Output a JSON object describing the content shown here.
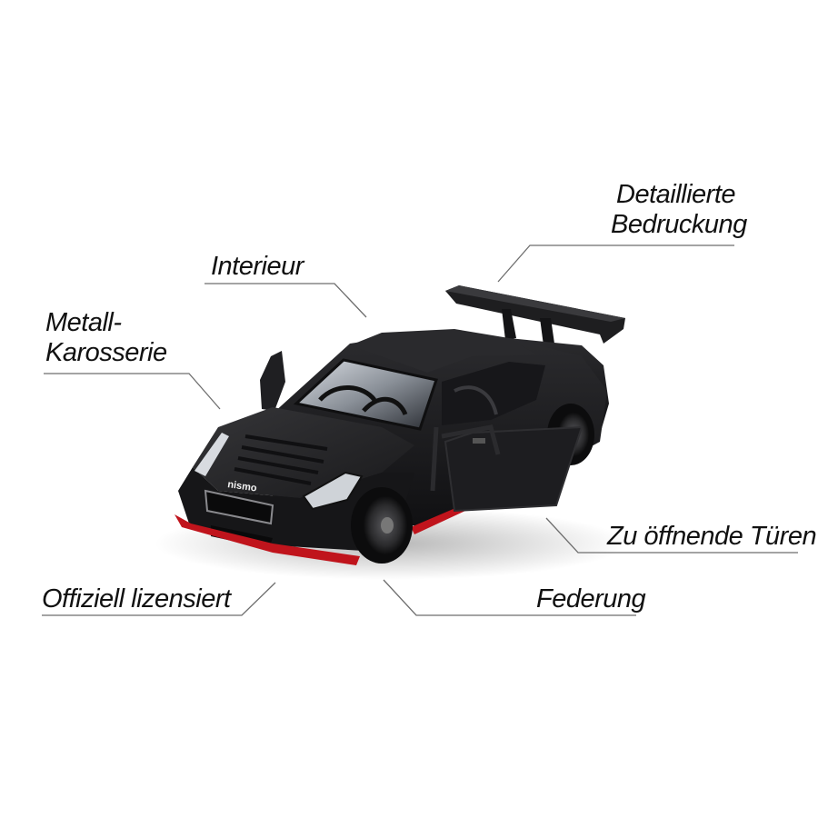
{
  "features": {
    "printing": {
      "line1": "Detaillierte",
      "line2": "Bedruckung"
    },
    "interior": {
      "text": "Interieur"
    },
    "body": {
      "line1": "Metall-",
      "line2": "Karosserie"
    },
    "doors": {
      "text": "Zu öffnende Türen"
    },
    "licensed": {
      "text": "Offiziell lizensiert"
    },
    "suspension": {
      "text": "Federung"
    }
  },
  "car": {
    "badge_text": "nismo",
    "body_color": "#1c1c1e",
    "accent_color": "#c0141c",
    "callout_line_color": "#6e6e6e"
  }
}
